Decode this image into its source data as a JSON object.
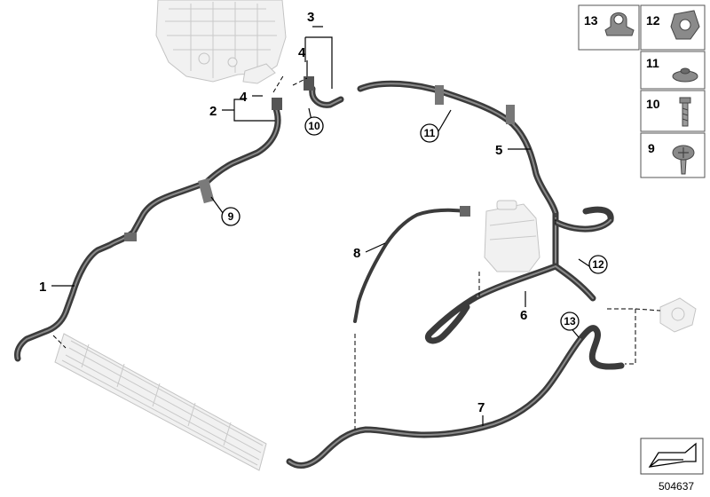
{
  "callouts": {
    "c1": "1",
    "c2": "2",
    "c3": "3",
    "c4a": "4",
    "c4b": "4",
    "c5": "5",
    "c6": "6",
    "c7": "7",
    "c8": "8"
  },
  "circled": {
    "c9": "9",
    "c10": "10",
    "c11": "11",
    "c12": "12",
    "c13": "13"
  },
  "legend": {
    "items": [
      "13",
      "12",
      "11",
      "10",
      "9"
    ]
  },
  "document_number": "504637",
  "colors": {
    "hose": "#3b3b3b",
    "ghost": "#f1f1f1",
    "line": "#000000"
  }
}
